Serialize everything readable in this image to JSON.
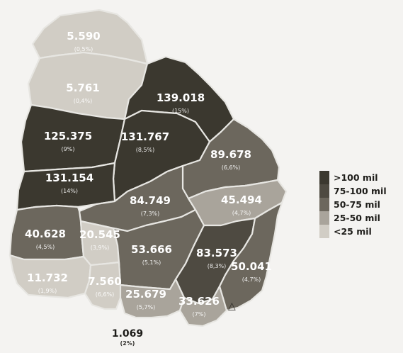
{
  "colors": {
    "over100": "#3b382f",
    "75to100": "#4e4a41",
    "50to75": "#6c675d",
    "25to50": "#a9a49b",
    "under25": "#d1cdc5"
  },
  "departments": [
    {
      "id": "artigas",
      "value": "5.590",
      "percent": "(0,5%)",
      "cls": "under25"
    },
    {
      "id": "salto",
      "value": "5.761",
      "percent": "(0,4%)",
      "cls": "under25"
    },
    {
      "id": "rivera",
      "value": "139.018",
      "percent": "(15%)",
      "cls": "over100"
    },
    {
      "id": "paysandu",
      "value": "125.375",
      "percent": "(9%)",
      "cls": "over100"
    },
    {
      "id": "tacuarembo",
      "value": "131.767",
      "percent": "(8,5%)",
      "cls": "over100"
    },
    {
      "id": "cerro-largo",
      "value": "89.678",
      "percent": "(6,6%)",
      "cls": "50to75"
    },
    {
      "id": "rio-negro",
      "value": "131.154",
      "percent": "(14%)",
      "cls": "over100"
    },
    {
      "id": "durazno",
      "value": "84.749",
      "percent": "(7,3%)",
      "cls": "50to75"
    },
    {
      "id": "treinta-y-tres",
      "value": "45.494",
      "percent": "(4,7%)",
      "cls": "25to50"
    },
    {
      "id": "soriano",
      "value": "40.628",
      "percent": "(4,5%)",
      "cls": "50to75"
    },
    {
      "id": "flores",
      "value": "20.545",
      "percent": "(3,9%)",
      "cls": "under25"
    },
    {
      "id": "florida",
      "value": "53.666",
      "percent": "(5,1%)",
      "cls": "50to75"
    },
    {
      "id": "lavalleja",
      "value": "83.573",
      "percent": "(8,3%)",
      "cls": "75to100"
    },
    {
      "id": "rocha",
      "value": "50.041",
      "percent": "(4,7%)",
      "cls": "50to75"
    },
    {
      "id": "colonia",
      "value": "11.732",
      "percent": "(1,9%)",
      "cls": "under25"
    },
    {
      "id": "san-jose",
      "value": "7.560",
      "percent": "(6,6%)",
      "cls": "under25"
    },
    {
      "id": "canelones",
      "value": "25.679",
      "percent": "(5,7%)",
      "cls": "25to50"
    },
    {
      "id": "maldonado",
      "value": "33.626",
      "percent": "(7%)",
      "cls": "25to50"
    },
    {
      "id": "montevideo",
      "value": "1.069",
      "percent": "(2%)",
      "cls": "outside"
    }
  ],
  "legend": [
    {
      "label": ">100 mil",
      "color": "#3b382f"
    },
    {
      "label": "75-100 mil",
      "color": "#4e4a41"
    },
    {
      "label": "50-75 mil",
      "color": "#6c675d"
    },
    {
      "label": "25-50 mil",
      "color": "#a9a49b"
    },
    {
      "label": "<25 mil",
      "color": "#d1cdc5"
    }
  ]
}
